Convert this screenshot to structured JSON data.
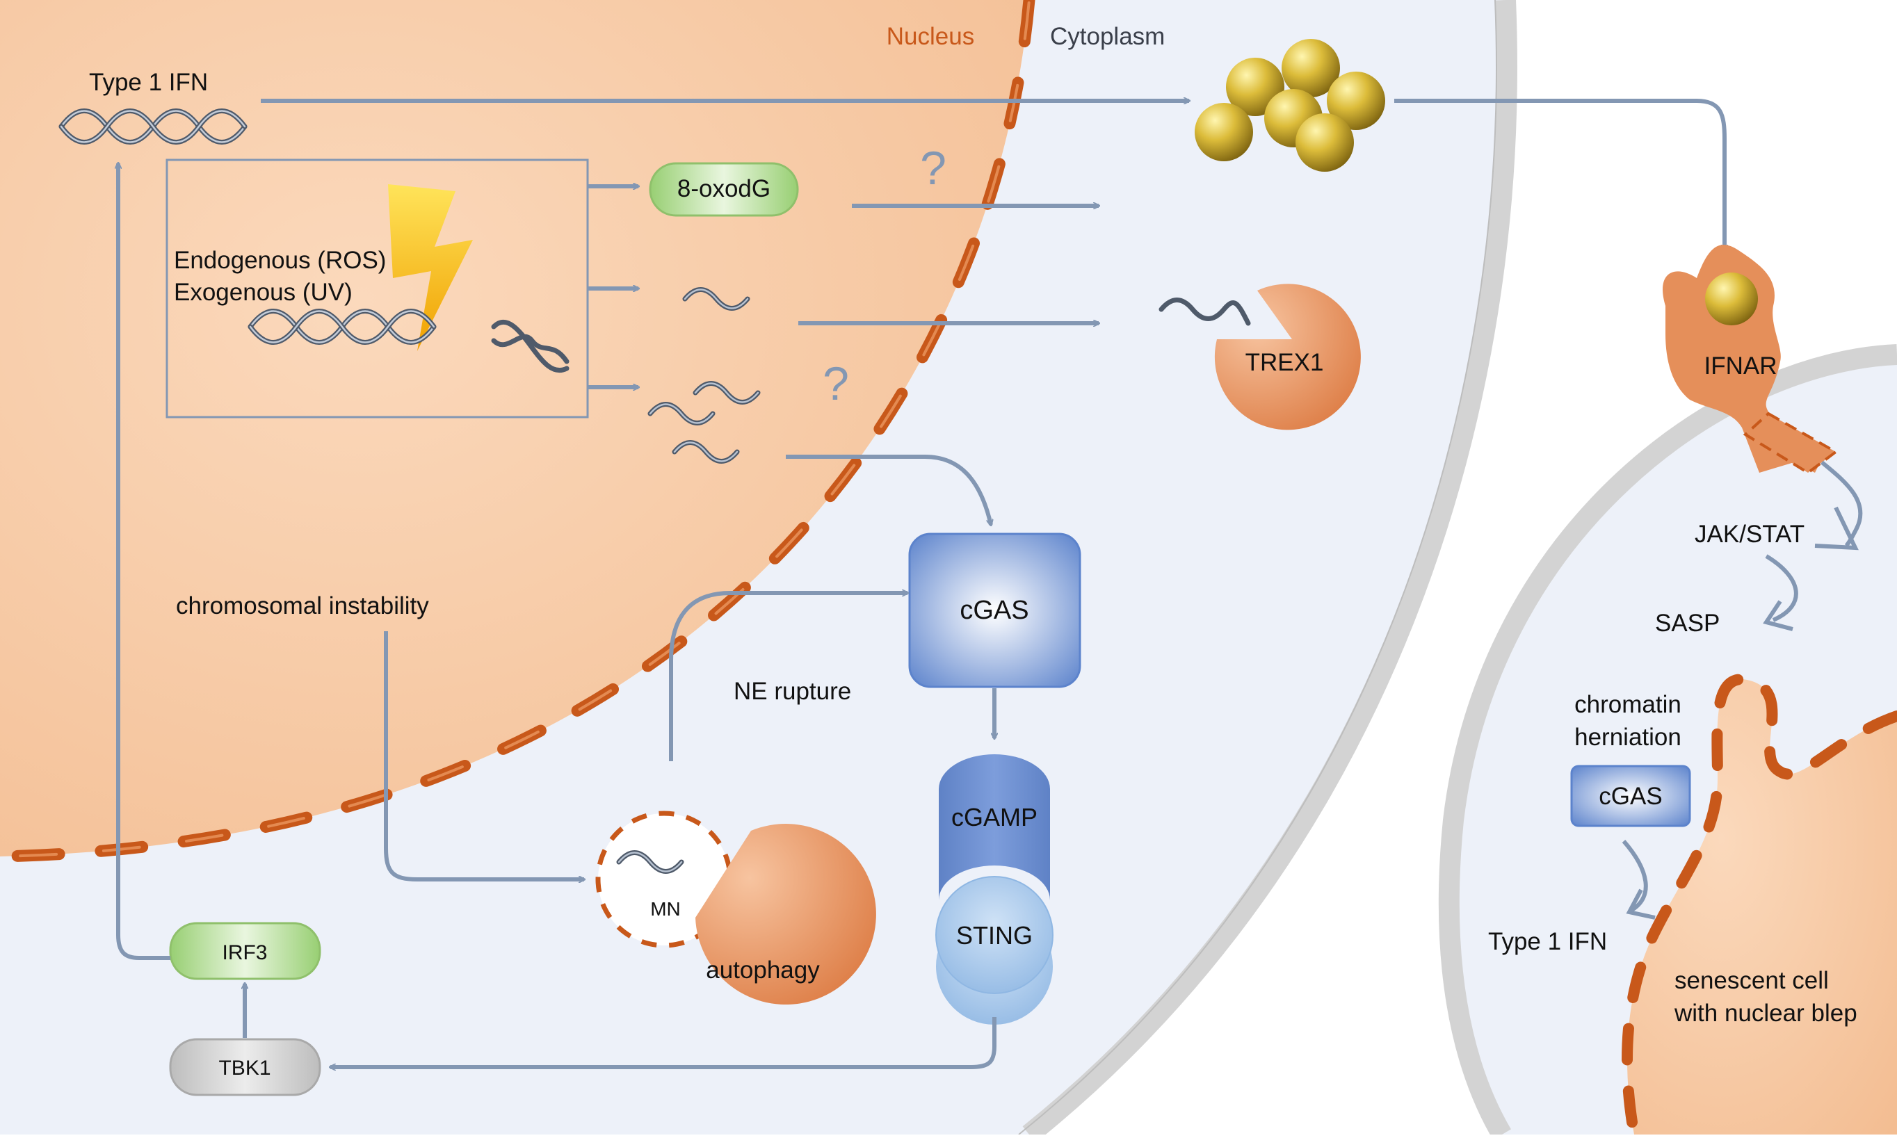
{
  "compartments": {
    "nucleus": "Nucleus",
    "cytoplasm": "Cytoplasm"
  },
  "signals": {
    "type1_ifn_top": "Type 1 IFN",
    "damage_sources": [
      "Endogenous (ROS)",
      "Exogenous (UV)"
    ],
    "oxodg": "8-oxodG",
    "unknown_mark": "?",
    "chromosomal_instability": "chromosomal instability",
    "ne_rupture": "NE rupture",
    "mn": "MN",
    "autophagy": "autophagy"
  },
  "proteins": {
    "trex1": "TREX1",
    "cgas": "cGAS",
    "cgamp": "cGAMP",
    "sting": "STING",
    "irf3": "IRF3",
    "tbk1": "TBK1",
    "ifnar": "IFNAR"
  },
  "senescent_cell": {
    "jak_stat": "JAK/STAT",
    "sasp": "SASP",
    "chromatin_herniation": [
      "chromatin",
      "herniation"
    ],
    "cgas": "cGAS",
    "type1_ifn": "Type 1 IFN",
    "caption": [
      "senescent cell",
      "with nuclear blep"
    ]
  },
  "colors": {
    "nucleus_fill": "#f5c49c",
    "cytoplasm_fill": "#edf1f9",
    "envelope": "#c8581a",
    "arrow": "#8397b3",
    "cgas_blue": "#6d8fd0",
    "sting_blue": "#9dc0e8",
    "green_box": "#b6dc98",
    "trex1_orange": "#e08a58",
    "ifn_gold": "#d6b22e",
    "membrane_grey": "#d2d2d2"
  }
}
